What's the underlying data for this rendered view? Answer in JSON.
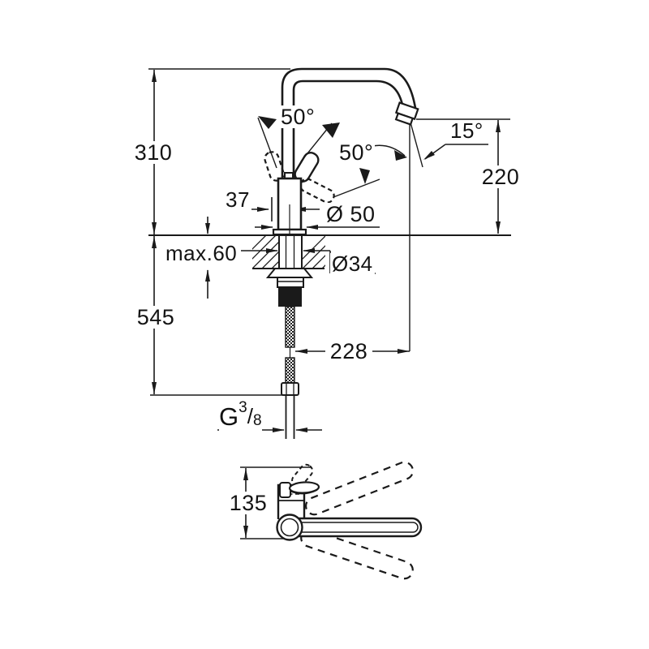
{
  "side_view": {
    "height_above_deck": "310",
    "height_below_deck": "545",
    "deck_thickness": "max.60",
    "hole_diameter": "Ø34",
    "base_diameter": "Ø 50",
    "body_offset": "37",
    "handle_swing_left": "50°",
    "handle_swing_right": "50°",
    "outlet_angle": "15°",
    "outlet_height": "220",
    "spout_projection": "228",
    "thread": {
      "letter": "G",
      "numerator": "3",
      "slash": "/",
      "denominator": "8"
    }
  },
  "top_view": {
    "overall_height": "135"
  },
  "colors": {
    "line": "#1a1a1a",
    "background": "#ffffff"
  }
}
